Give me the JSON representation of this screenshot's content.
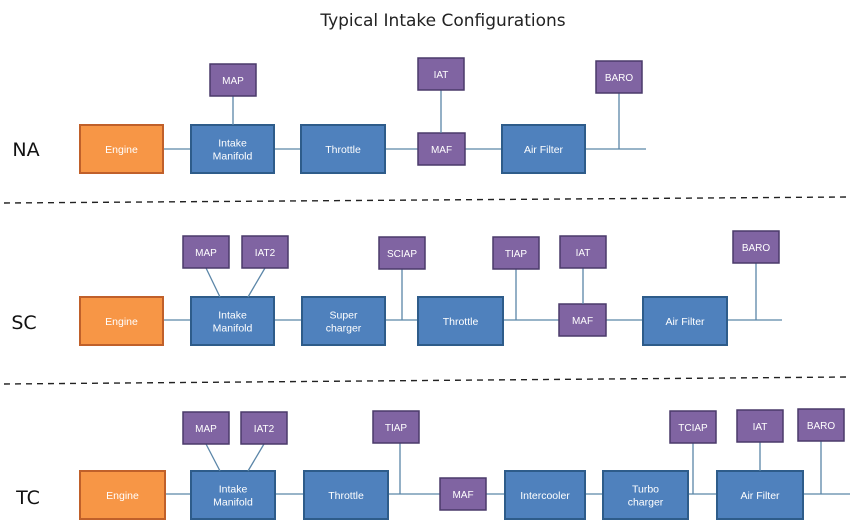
{
  "title": "Typical Intake Configurations",
  "colors": {
    "engine_fill": "#f79646",
    "engine_stroke": "#c0602a",
    "component_fill": "#4f81bd",
    "component_stroke": "#2e5c8a",
    "sensor_fill": "#8064a2",
    "sensor_stroke": "#4a3a6a",
    "line": "#5b86a8"
  },
  "configurations": [
    {
      "label": "NA",
      "engine": "Engine",
      "components": [
        "Intake\nManifold",
        "Throttle",
        "MAF",
        "Air Filter"
      ],
      "sensors": [
        "MAP",
        "IAT",
        "BARO"
      ]
    },
    {
      "label": "SC",
      "engine": "Engine",
      "components": [
        "Intake\nManifold",
        "Super\ncharger",
        "Throttle",
        "MAF",
        "Air Filter"
      ],
      "sensors": [
        "MAP",
        "IAT2",
        "SCIAP",
        "TIAP",
        "IAT",
        "BARO"
      ]
    },
    {
      "label": "TC",
      "engine": "Engine",
      "components": [
        "Intake\nManifold",
        "Throttle",
        "MAF",
        "Intercooler",
        "Turbo\ncharger",
        "Air Filter"
      ],
      "sensors": [
        "MAP",
        "IAT2",
        "TIAP",
        "TCIAP",
        "IAT",
        "BARO"
      ]
    }
  ]
}
